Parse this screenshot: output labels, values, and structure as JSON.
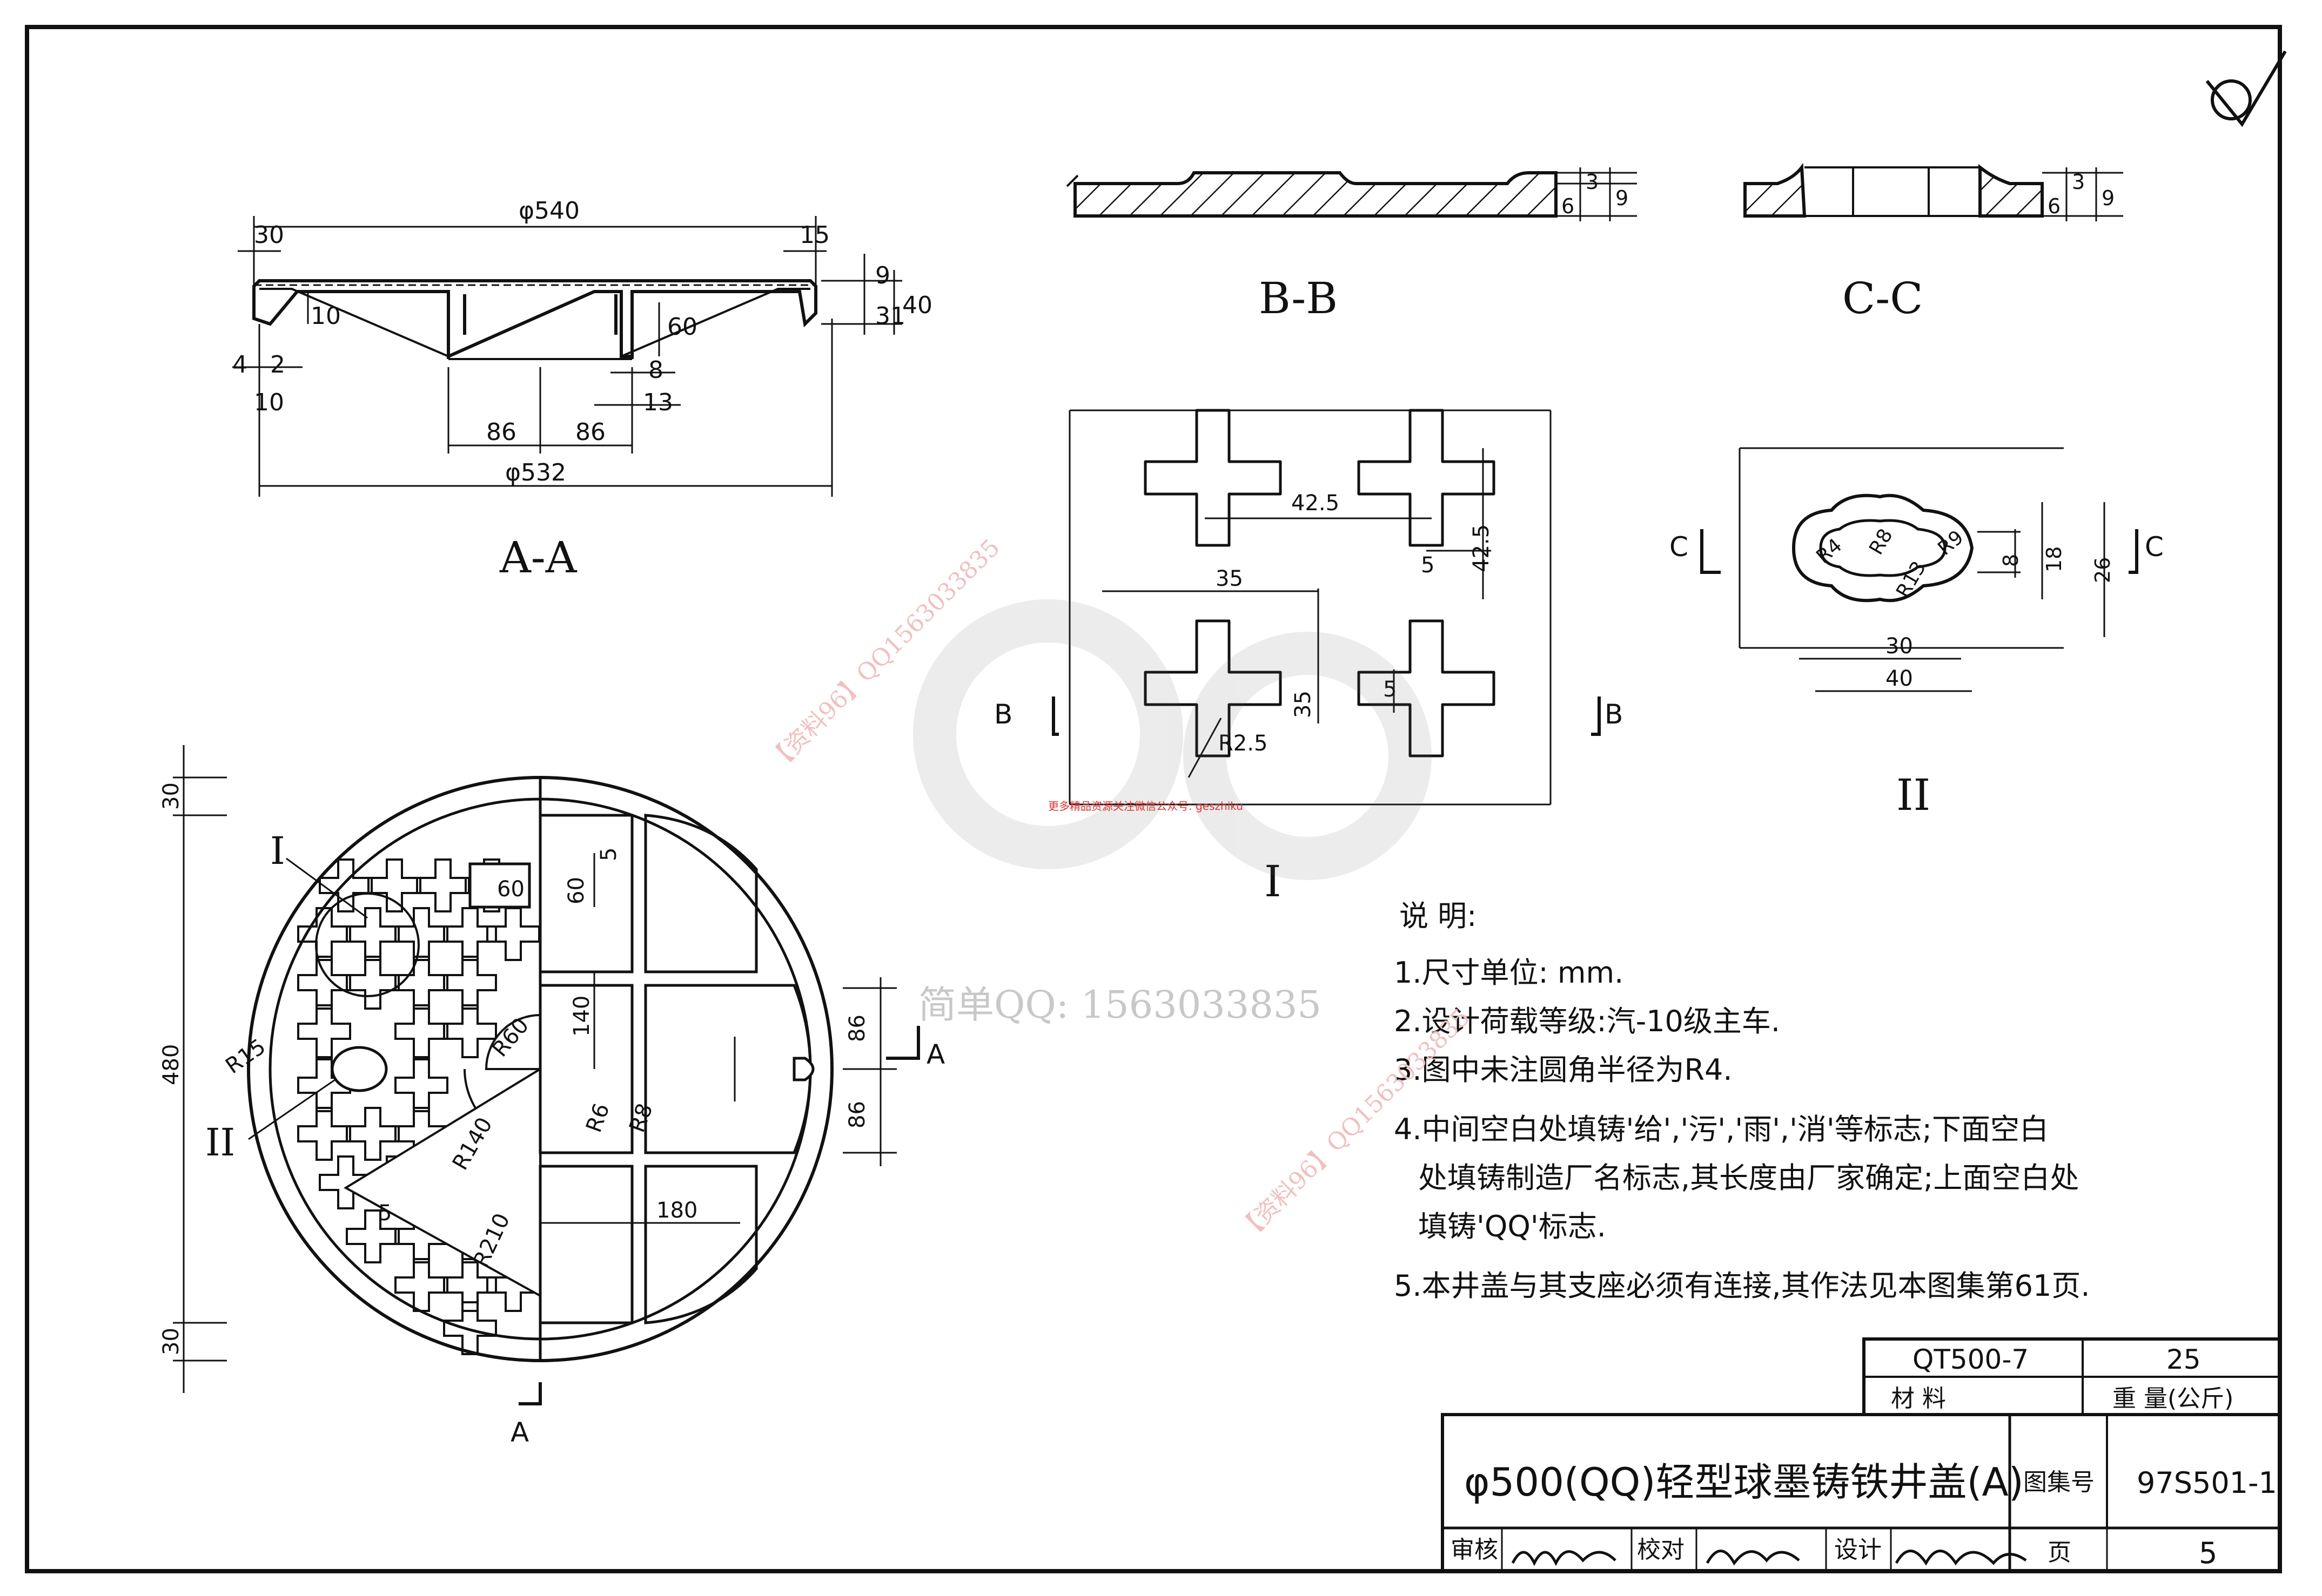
{
  "sections": {
    "aa": "A-A",
    "bb": "B-B",
    "cc": "C-C",
    "detail1": "I",
    "detail2": "II"
  },
  "dims": {
    "aa": {
      "d540": "φ540",
      "d532": "φ532",
      "w30": "30",
      "w15": "15",
      "h9": "9",
      "h31": "31",
      "h40": "40",
      "h10": "10",
      "h60": "60",
      "w4": "4",
      "w2": "2",
      "w10": "10",
      "w8": "8",
      "w13": "13",
      "w86a": "86",
      "w86b": "86"
    },
    "bb": {
      "h6": "6",
      "h3": "3",
      "h9": "9"
    },
    "cc": {
      "h6": "6",
      "h3": "3",
      "h9": "9"
    },
    "d1": {
      "w42a": "42.5",
      "h42": "42.5",
      "w35": "35",
      "h35": "35",
      "w5a": "5",
      "w5b": "5",
      "r25": "R2.5"
    },
    "d2": {
      "r4": "R4",
      "r8": "R8",
      "r9": "R9",
      "r13": "R13",
      "h8": "8",
      "h18": "18",
      "h26": "26",
      "w30": "30",
      "w40": "40"
    },
    "plan": {
      "h30a": "30",
      "h480": "480",
      "h30b": "30",
      "r15": "R15",
      "w60": "60",
      "h60": "60",
      "h5": "5",
      "h140": "140",
      "r60": "R60",
      "r6": "R6",
      "r8": "R8",
      "r140": "R140",
      "r210": "R210",
      "w5": "5",
      "w180": "180",
      "h86a": "86",
      "h86b": "86",
      "lblI": "I",
      "lblII": "II",
      "secA_top": "A",
      "secA_bot": "A"
    },
    "secmarks": {
      "b_left": "B",
      "b_right": "B",
      "c_left": "C",
      "c_right": "C"
    }
  },
  "notes": {
    "heading": "说  明:",
    "n1": "1.尺寸单位: mm.",
    "n2": "2.设计荷载等级:汽-10级主车.",
    "n3": "3.图中未注圆角半径为R4.",
    "n4a": "4.中间空白处填铸'给','污','雨','消'等标志;下面空白",
    "n4b": "处填铸制造厂名标志,其长度由厂家确定;上面空白处",
    "n4c": "填铸'QQ'标志.",
    "n5": "5.本井盖与其支座必须有连接,其作法见本图集第61页."
  },
  "titleblock": {
    "material": "QT500-7",
    "weight": "25",
    "material_label": "材        料",
    "weight_label": "重   量(公斤)",
    "title": "φ500(QQ)轻型球墨铸铁井盖(A)",
    "atlas_label": "图集号",
    "atlas_no": "97S501-1",
    "review": "审核",
    "check": "校对",
    "design": "设计",
    "page_label": "页",
    "page_no": "5"
  },
  "watermark": {
    "qq": "简单QQ: 1563033835",
    "side1": "【资料96】QQ1563033835",
    "side2": "【资料96】QQ1563033835",
    "small": "更多精品资源关注微信公众号: geszhiku"
  }
}
